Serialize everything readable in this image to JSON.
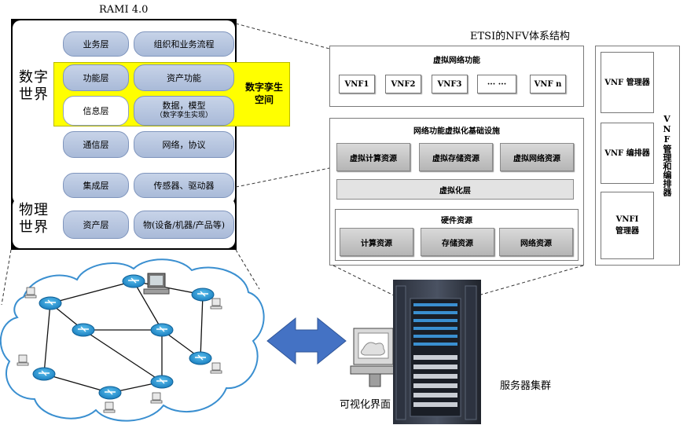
{
  "rami": {
    "title": "RAMI 4.0",
    "digital_world": "数字\n世界",
    "physical_world": "物理\n世界",
    "digital_twin_space": "数字孪生\n空间",
    "layers": [
      {
        "left": "业务层",
        "right": "组织和业务流程",
        "right_sub": ""
      },
      {
        "left": "功能层",
        "right": "资产功能",
        "right_sub": ""
      },
      {
        "left": "信息层",
        "right": "数据，模型",
        "right_sub": "（数字孪生实现）"
      },
      {
        "left": "通信层",
        "right": "网络，协议",
        "right_sub": ""
      },
      {
        "left": "集成层",
        "right": "传感器、驱动器",
        "right_sub": ""
      },
      {
        "left": "资产层",
        "right": "物(设备/机器/产品等)",
        "right_sub": ""
      }
    ]
  },
  "etsi": {
    "title": "ETSI的NFV体系结构",
    "vnf_section": {
      "heading": "虚拟网络功能",
      "items": [
        "VNF1",
        "VNF2",
        "VNF3",
        "··· ···",
        "VNF n"
      ]
    },
    "nfvi_section": {
      "heading": "网络功能虚拟化基础设施",
      "virtual_resources": [
        "虚拟计算资源",
        "虚拟存储资源",
        "虚拟网络资源"
      ],
      "virtualization_layer": "虚拟化层",
      "hardware_heading": "硬件资源",
      "hardware_resources": [
        "计算资源",
        "存储资源",
        "网络资源"
      ]
    },
    "mano": {
      "label": "VNF管理和编排器",
      "boxes": [
        "VNF 管理器",
        "VNF 编排器",
        "VNFI\n管理器"
      ]
    }
  },
  "bottom": {
    "visual_interface": "可视化界面",
    "server_cluster": "服务器集群"
  },
  "colors": {
    "yellow": "#ffff00",
    "pill_blue": "#b8c6e0",
    "arrow_blue": "#4472c4",
    "router_blue": "#1e88c8",
    "cloud_outline": "#3a8fd0"
  }
}
